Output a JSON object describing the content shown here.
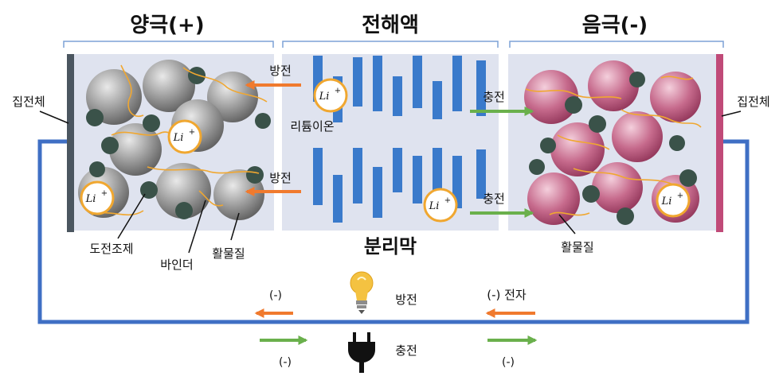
{
  "titles": {
    "anode": "양극(+)",
    "electrolyte": "전해액",
    "cathode": "음극(-)"
  },
  "labels": {
    "collector_left": "집전체",
    "collector_right": "집전체",
    "conductive_agent": "도전조제",
    "binder": "바인더",
    "active_left": "활물질",
    "active_right": "활물질",
    "separator": "분리막",
    "lithium_ion": "리튬이온",
    "discharge_1": "방전",
    "discharge_2": "방전",
    "charge_1": "충전",
    "charge_2": "충전",
    "li_ion": "Li",
    "li_sup": "+"
  },
  "circuit": {
    "minus_discharge_left": "(-)",
    "discharge": "방전",
    "electron": "(-) 전자",
    "minus_charge_left": "(-)",
    "charge": "충전",
    "minus_charge_right": "(-)"
  },
  "icons": [
    "light-bulb-icon",
    "power-plug-icon"
  ],
  "colors": {
    "panel": "#dfe3ef",
    "collector_left": "#4b5660",
    "collector_right": "#c04a78",
    "circuit": "#3f6fc4",
    "separator_bars": "#3a7acb",
    "discharge_arrow": "#f07a2e",
    "charge_arrow": "#6ab04c"
  }
}
